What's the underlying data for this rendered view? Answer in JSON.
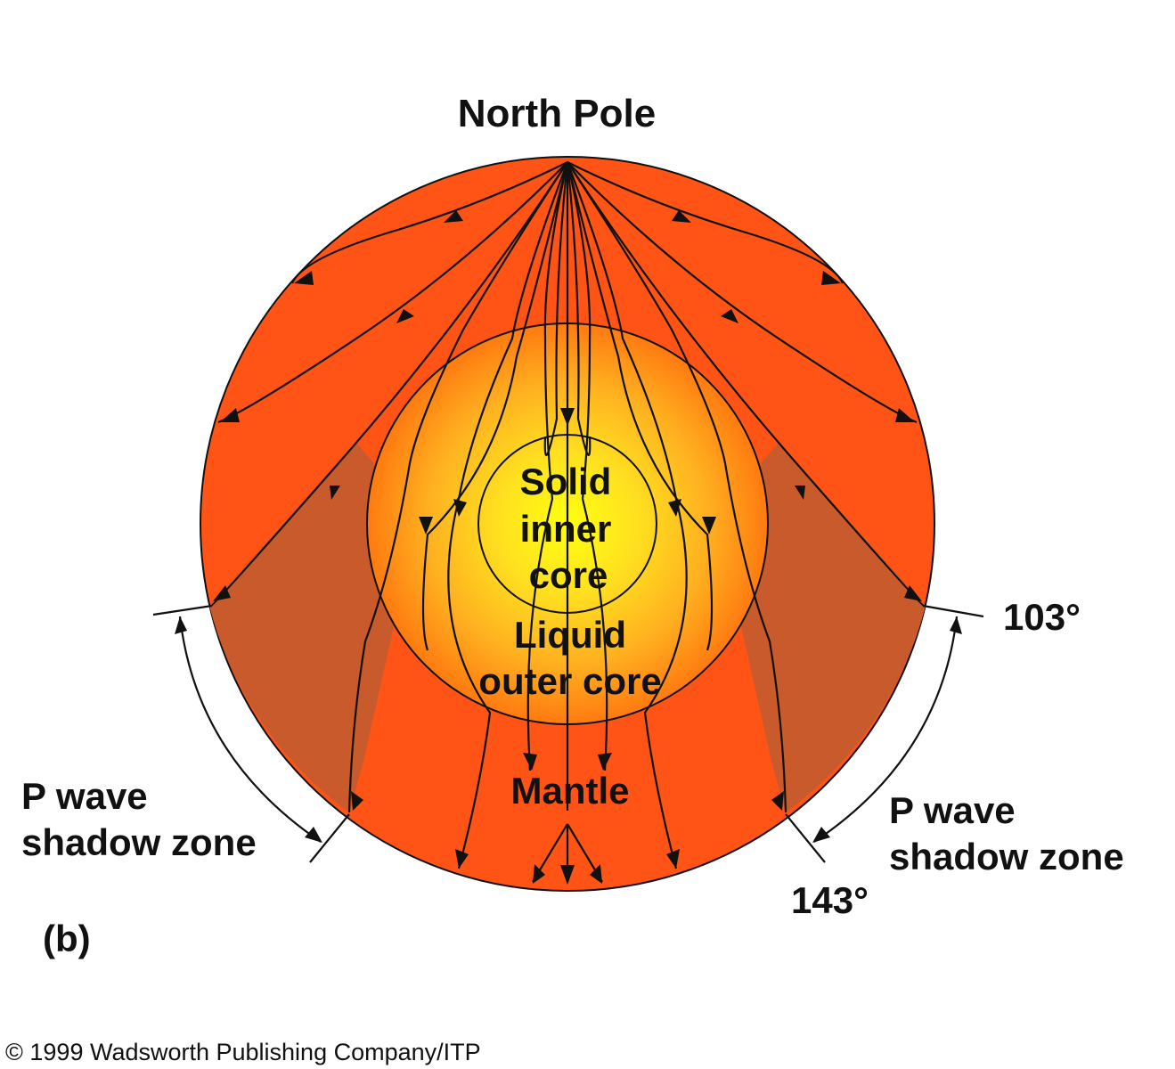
{
  "title": "North Pole",
  "panel_label": "(b)",
  "layers": {
    "inner_core": [
      "Solid",
      "inner",
      "core"
    ],
    "outer_core": [
      "Liquid",
      "outer core"
    ],
    "mantle": "Mantle"
  },
  "shadow_zone_left": [
    "P wave",
    "shadow zone"
  ],
  "shadow_zone_right": [
    "P wave",
    "shadow zone"
  ],
  "angle_start": "103°",
  "angle_end": "143°",
  "copyright": "© 1999 Wadsworth Publishing Company/ITP",
  "colors": {
    "mantle": "#ff5416",
    "shadow_zone": "#c95a2c",
    "outer_core_edge": "#ff7a10",
    "outer_core_mid": "#ffc020",
    "inner_core": "#ffff00",
    "line": "#111111"
  }
}
